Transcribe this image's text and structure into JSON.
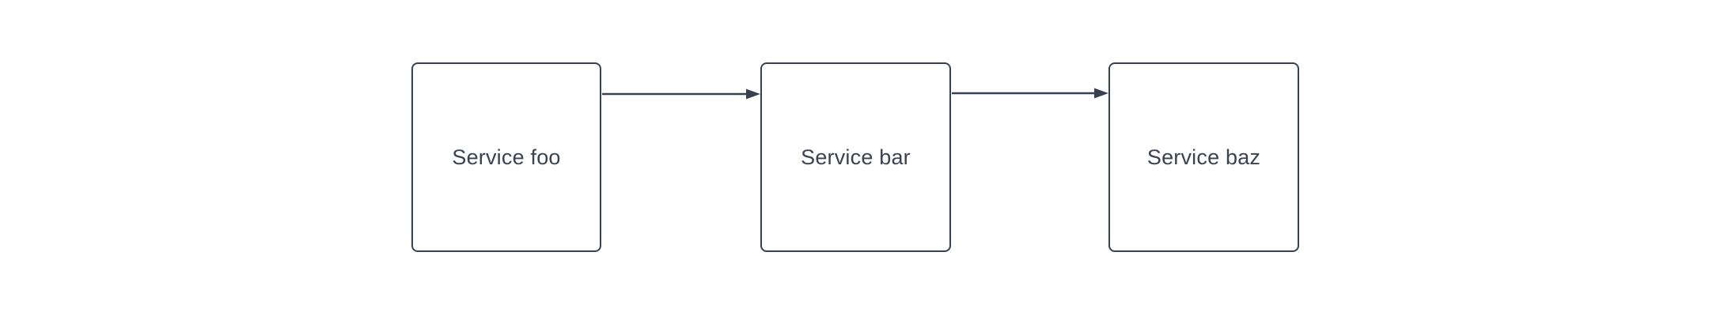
{
  "diagram": {
    "type": "flowchart",
    "direction": "left-to-right",
    "background_color": "#ffffff",
    "node_fill_color": "#ffffff",
    "stroke_color": "#374150",
    "text_color": "#3a4350",
    "nodes": [
      {
        "id": "foo",
        "label": "Service foo"
      },
      {
        "id": "bar",
        "label": "Service bar"
      },
      {
        "id": "baz",
        "label": "Service baz"
      }
    ],
    "edges": [
      {
        "from": "foo",
        "to": "bar",
        "arrow": "right"
      },
      {
        "from": "bar",
        "to": "baz",
        "arrow": "right"
      }
    ]
  }
}
